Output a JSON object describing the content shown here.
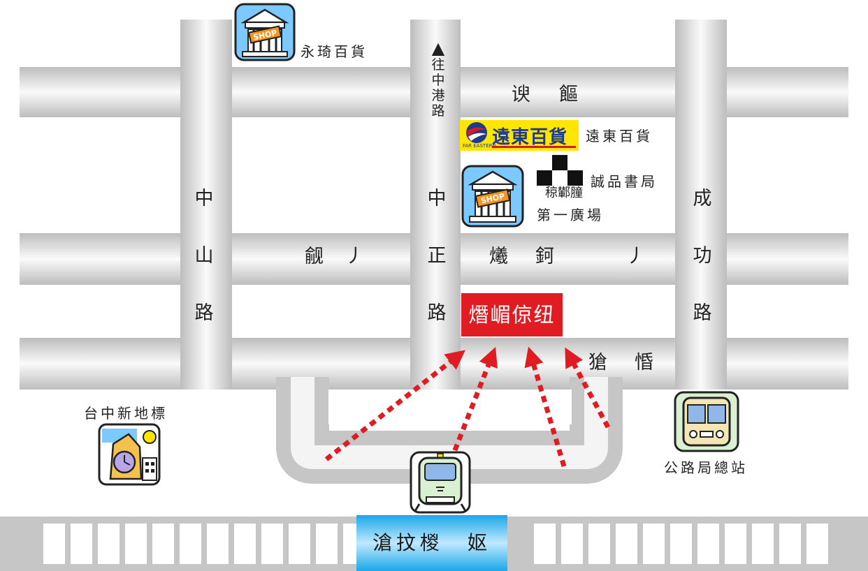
{
  "places": {
    "yongqi": "永琦百貨",
    "fareastern_logo": "遠東百貨",
    "fareastern_logo_en": "FAR EASTERN",
    "fareastern": "遠東百貨",
    "eslite": "誠品書局",
    "eslite_sub": "稤鄻膧",
    "first_plaza": "第一廣場",
    "landmark": "台中新地標",
    "bus_station": "公路局總站",
    "shop_sign": "SHOP"
  },
  "roads": {
    "north": {
      "line1": "往",
      "chars": [
        "中",
        "港",
        "路"
      ]
    },
    "top_road": [
      "谀",
      "饇"
    ],
    "zhongshan": [
      "中",
      "山",
      "路"
    ],
    "zhongzheng": [
      "中",
      "正",
      "路"
    ],
    "chenggong": [
      "成",
      "功",
      "路"
    ],
    "middle_road": [
      "觎",
      "丿",
      "爔",
      "鈳",
      "丿"
    ],
    "bottom_road": [
      "獊",
      "惛"
    ]
  },
  "destination": "熸嵋倞纽",
  "station": "滄抆椶　妪",
  "colors": {
    "road": "#c8c8c8",
    "road_highlight": "#f7f7f7",
    "arrow": "#e11b22",
    "destination_bg": "#e11b22",
    "station_bg": "#1aa7e8",
    "logo_bg": "#ffe600"
  },
  "icons": [
    "shop-building-icon",
    "arrow-up-icon",
    "checkered-logo-icon",
    "clock-tower-icon",
    "bus-icon",
    "train-icon"
  ]
}
